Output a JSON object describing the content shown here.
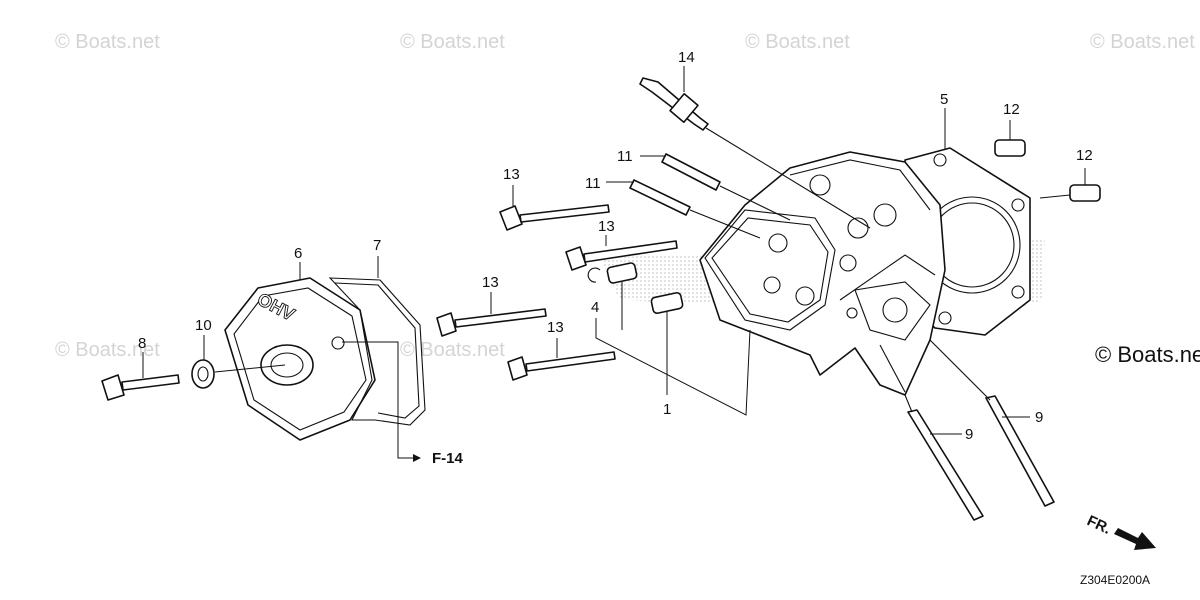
{
  "watermarks": [
    "© Boats.net",
    "© Boats.net",
    "© Boats.net",
    "© Boats.net",
    "© Boats.net",
    "© Boats.net",
    "© Boats.net"
  ],
  "callouts": {
    "c1": "1",
    "c4": "4",
    "c5": "5",
    "c6": "6",
    "c7": "7",
    "c8": "8",
    "c9a": "9",
    "c9b": "9",
    "c10": "10",
    "c11a": "11",
    "c11b": "11",
    "c12a": "12",
    "c12b": "12",
    "c13a": "13",
    "c13b": "13",
    "c13c": "13",
    "c13d": "13",
    "c14": "14"
  },
  "reference_label": "F-14",
  "front_label": "FR.",
  "cover_embossing": "OHV",
  "diagram_code": "Z304E0200A"
}
